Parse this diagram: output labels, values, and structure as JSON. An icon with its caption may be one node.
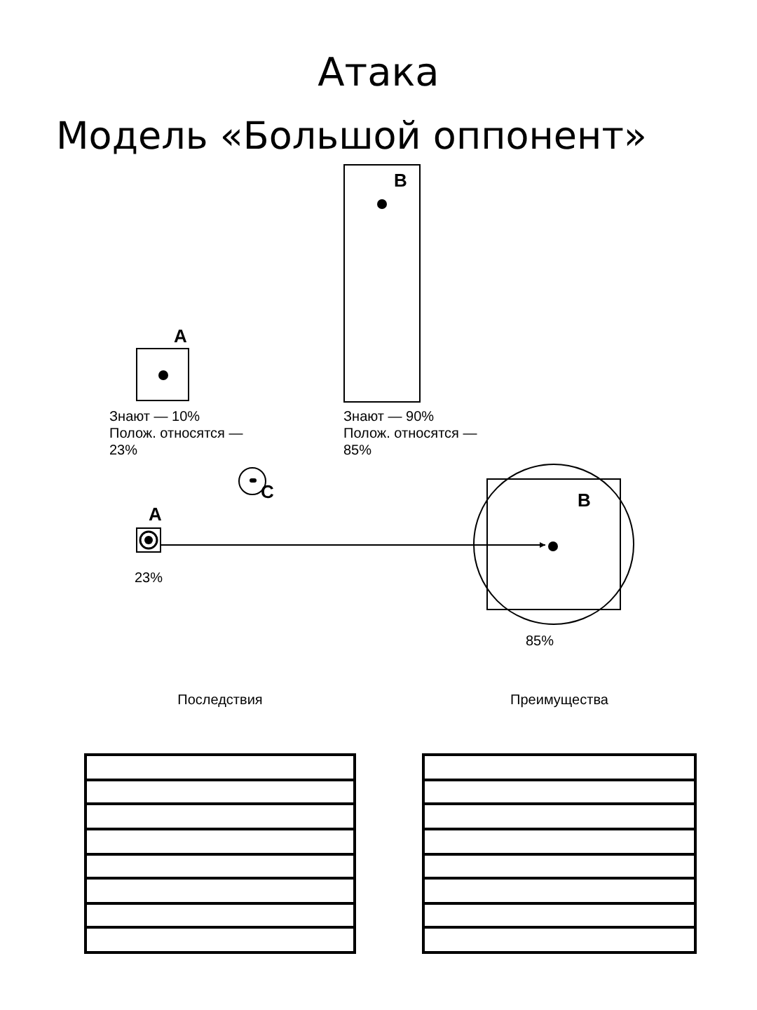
{
  "diagram": {
    "title": "Атака",
    "nodes": [
      {
        "text": [
          "A"
        ],
        "beside": [
          "Знают — 10%",
          "Полож. относятся — 23%"
        ]
      },
      {
        "text": [
          "B"
        ],
        "beside": [
          "Знают — 90%",
          "Полож. относятся — 85%"
        ]
      },
      {
        "text": [
          "C"
        ]
      },
      {
        "text": [
          "A"
        ],
        "beside": [
          "23%"
        ]
      },
      {
        "text": [
          "B"
        ],
        "beside": [
          "85%"
        ]
      },
      {
        "text": [],
        "shape": "circle",
        "in": 4
      }
    ],
    "edges": [
      {
        "from": 3,
        "to": 5,
        "arrow": "to"
      }
    ],
    "labels": [
      "Модель «Большой оппонент»",
      "Последствия",
      "Преимущества"
    ]
  }
}
